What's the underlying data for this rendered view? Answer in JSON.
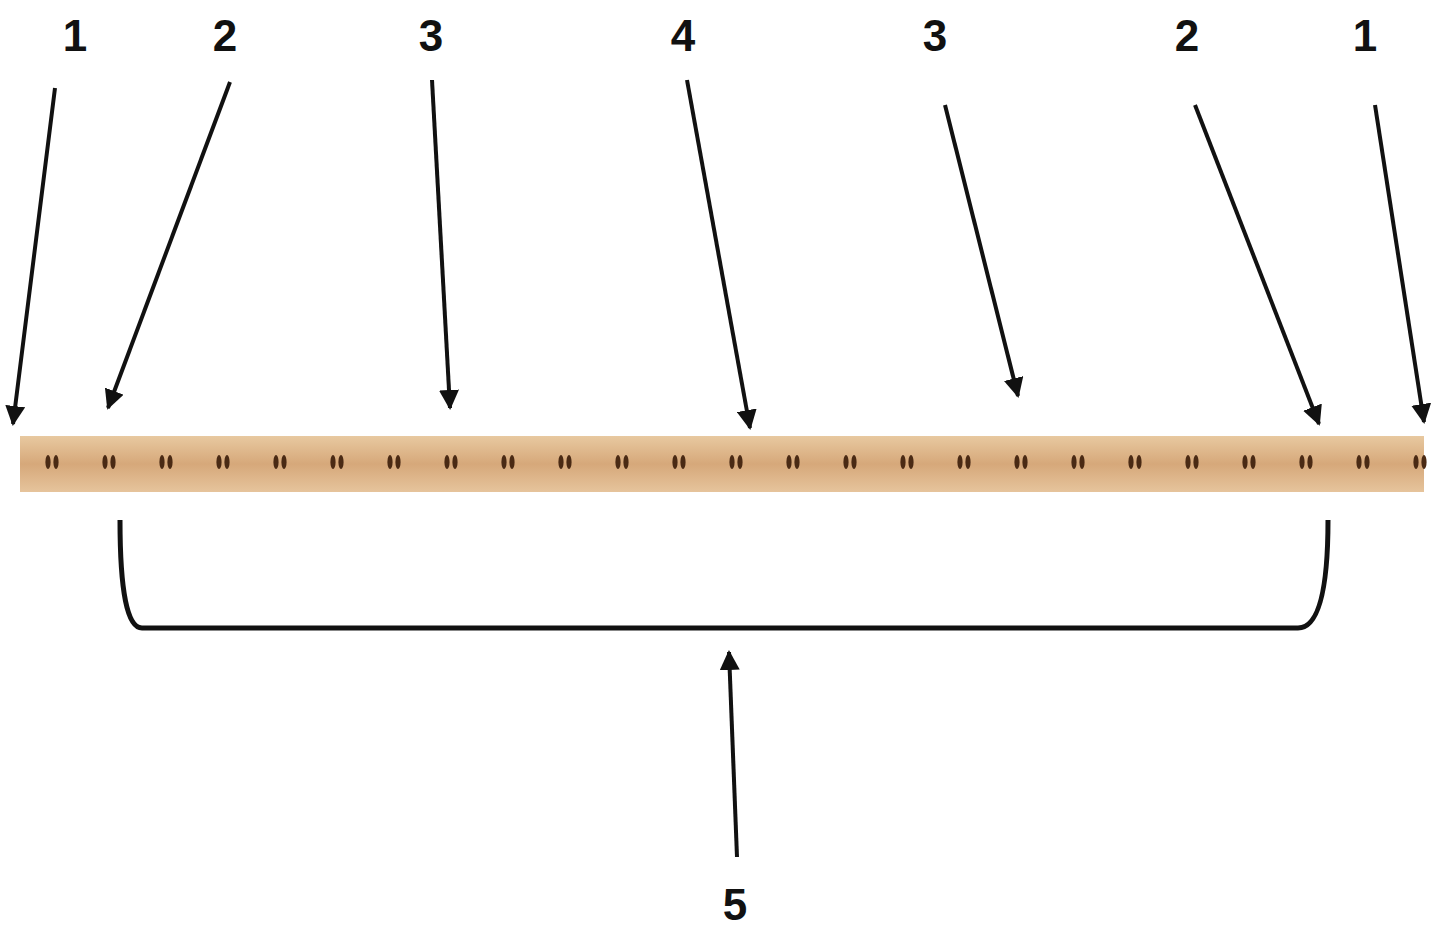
{
  "diagram": {
    "labels": [
      "1",
      "2",
      "3",
      "4",
      "3",
      "2",
      "1",
      "5"
    ]
  }
}
